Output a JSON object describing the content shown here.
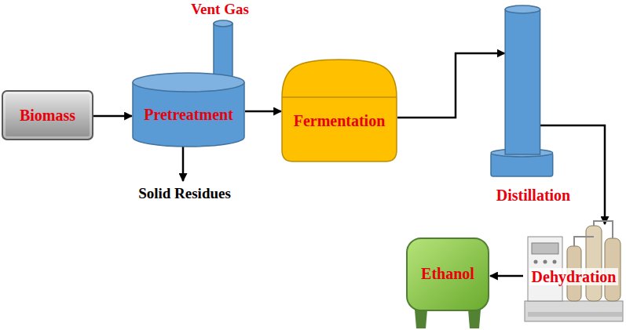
{
  "diagram": {
    "nodes": [
      {
        "text": [
          "Biomass"
        ]
      },
      {
        "text": [
          "Pretreatment"
        ]
      },
      {
        "text": [
          "Fermentation"
        ]
      },
      {
        "text": [
          "Distillation"
        ]
      },
      {
        "text": [
          "Dehydration"
        ]
      },
      {
        "text": [
          "Ethanol"
        ]
      }
    ],
    "edges": [
      {
        "from": 0,
        "to": 1,
        "arrow": "to"
      },
      {
        "from": 1,
        "to": 2,
        "arrow": "to"
      },
      {
        "from": 2,
        "to": 3,
        "arrow": "to"
      },
      {
        "from": 3,
        "to": 4,
        "arrow": "to"
      },
      {
        "from": 4,
        "to": 5,
        "arrow": "to"
      }
    ],
    "labels": [
      "Vent Gas",
      "Solid Residues"
    ]
  }
}
